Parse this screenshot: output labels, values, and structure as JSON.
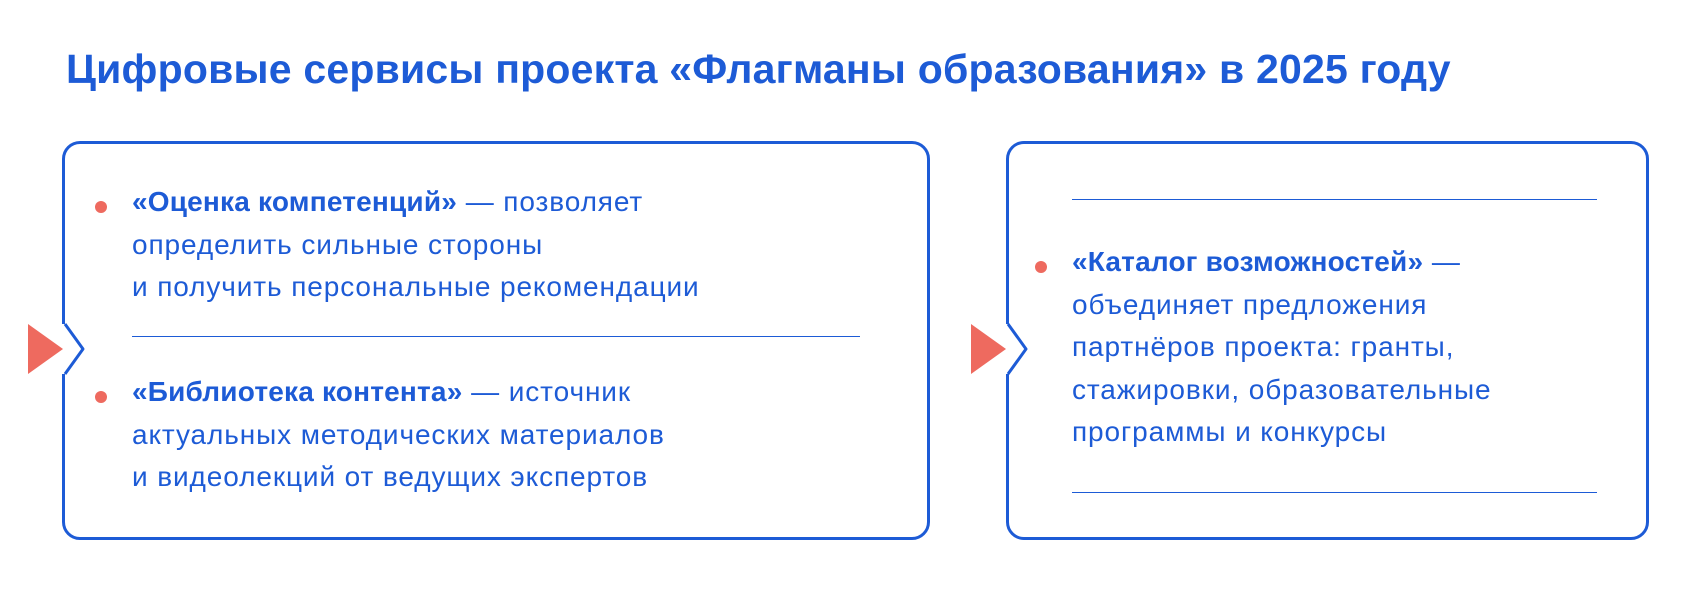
{
  "heading": "Цифровые сервисы проекта «Флагманы образования» в 2025 году",
  "colors": {
    "primary": "#1d5bd6",
    "accent": "#ee6a5f",
    "background": "#ffffff"
  },
  "left_card": {
    "items": [
      {
        "title": "«Оценка компетенций»",
        "line1_rest": " — позволяет",
        "line2": "определить сильные стороны",
        "line3": "и получить персональные рекомендации"
      },
      {
        "title": "«Библиотека контента»",
        "line1_rest": " — источник",
        "line2": "актуальных методических материалов",
        "line3": "и видеолекций от ведущих экспертов"
      }
    ]
  },
  "right_card": {
    "item": {
      "title": "«Каталог возможностей»",
      "line1_rest": " —",
      "line2": "объединяет предложения",
      "line3": "партнёров проекта: гранты,",
      "line4": "стажировки, образовательные",
      "line5": "программы и конкурсы"
    }
  },
  "icons": {
    "pointer": "triangle-pointer-icon",
    "bullet": "bullet-dot-icon"
  }
}
